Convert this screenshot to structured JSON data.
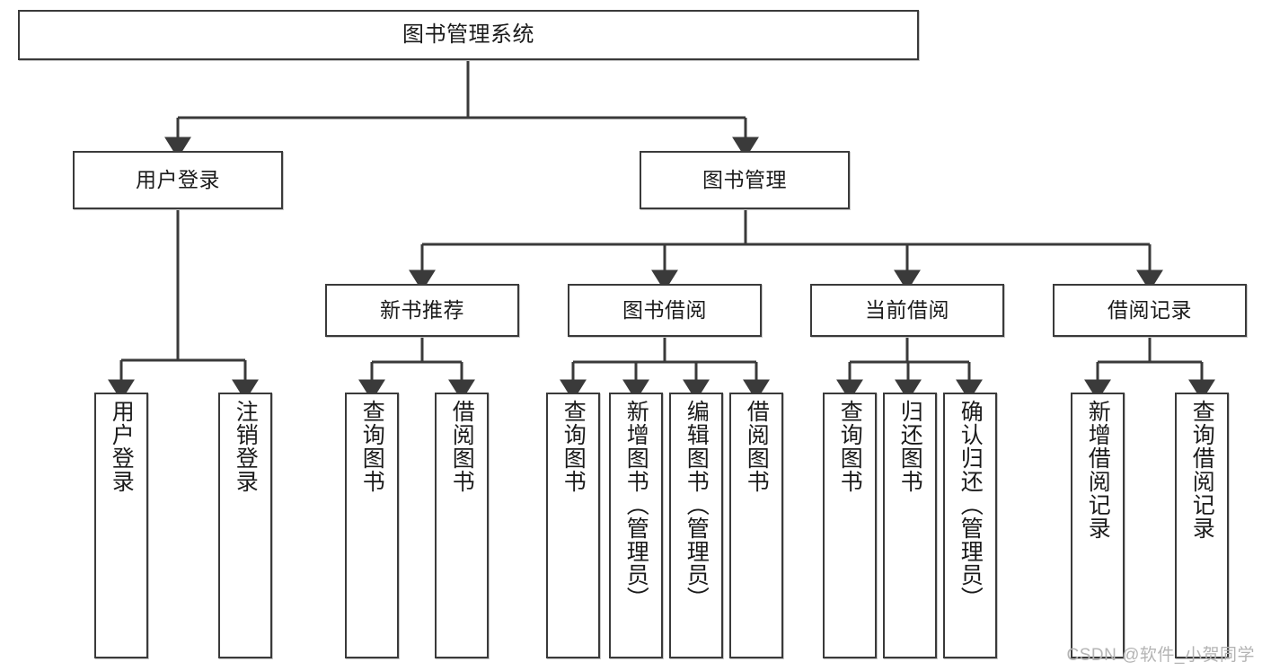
{
  "diagram": {
    "title": "图书管理系统",
    "type": "hierarchy-tree",
    "levels": [
      {
        "level": 1,
        "nodes": [
          {
            "id": "root",
            "label": "图书管理系统",
            "orientation": "horizontal"
          }
        ]
      },
      {
        "level": 2,
        "nodes": [
          {
            "id": "user-login",
            "label": "用户登录",
            "orientation": "horizontal"
          },
          {
            "id": "book-manage",
            "label": "图书管理",
            "orientation": "horizontal"
          }
        ]
      },
      {
        "level": 3,
        "nodes": [
          {
            "id": "new-book-recommend",
            "label": "新书推荐",
            "orientation": "horizontal"
          },
          {
            "id": "book-borrow",
            "label": "图书借阅",
            "orientation": "horizontal"
          },
          {
            "id": "current-borrow",
            "label": "当前借阅",
            "orientation": "horizontal"
          },
          {
            "id": "borrow-record",
            "label": "借阅记录",
            "orientation": "horizontal"
          }
        ]
      },
      {
        "level": 4,
        "nodes": [
          {
            "id": "leaf-user-login",
            "label": "用户登录",
            "orientation": "vertical"
          },
          {
            "id": "leaf-logout-login",
            "label": "注销登录",
            "orientation": "vertical"
          },
          {
            "id": "leaf-query-book-1",
            "label": "查询图书",
            "orientation": "vertical"
          },
          {
            "id": "leaf-borrow-book-1",
            "label": "借阅图书",
            "orientation": "vertical"
          },
          {
            "id": "leaf-query-book-2",
            "label": "查询图书",
            "orientation": "vertical"
          },
          {
            "id": "leaf-add-book",
            "label": "新增图书（管理员）",
            "orientation": "vertical"
          },
          {
            "id": "leaf-edit-book",
            "label": "编辑图书（管理员）",
            "orientation": "vertical"
          },
          {
            "id": "leaf-borrow-book-2",
            "label": "借阅图书",
            "orientation": "vertical"
          },
          {
            "id": "leaf-query-book-3",
            "label": "查询图书",
            "orientation": "vertical"
          },
          {
            "id": "leaf-return-book",
            "label": "归还图书",
            "orientation": "vertical"
          },
          {
            "id": "leaf-confirm-return",
            "label": "确认归还（管理员）",
            "orientation": "vertical"
          },
          {
            "id": "leaf-add-record",
            "label": "新增借阅记录",
            "orientation": "vertical"
          },
          {
            "id": "leaf-query-record",
            "label": "查询借阅记录",
            "orientation": "vertical"
          }
        ]
      }
    ],
    "colors": {
      "node_border": "#3a3a3a",
      "node_fill": "#ffffff",
      "edge": "#3a3a3a",
      "text": "#1b1b1b",
      "watermark": "#b4b4b4",
      "background": "#ffffff"
    }
  },
  "watermark": {
    "text": "CSDN @软件_小贺同学"
  }
}
